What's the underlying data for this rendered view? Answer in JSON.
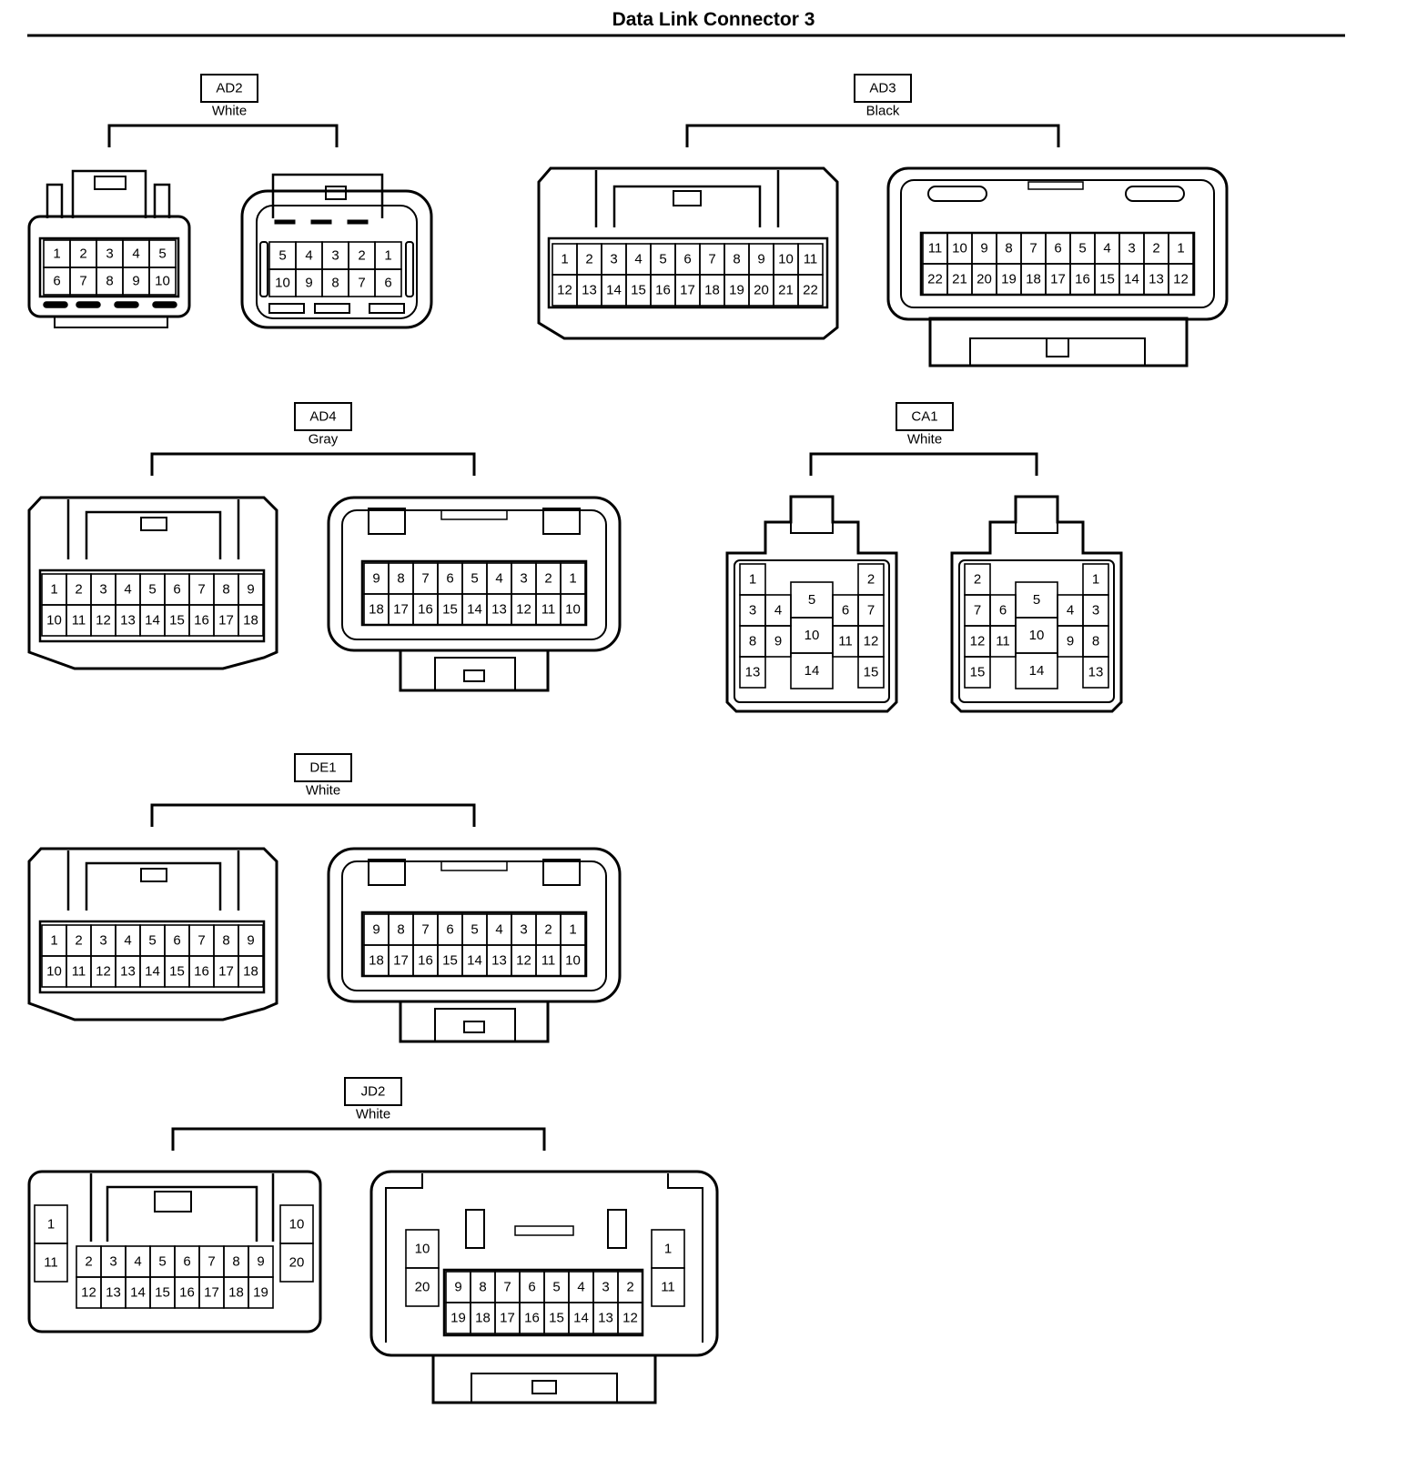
{
  "title": "Data Link Connector 3",
  "connectors": [
    {
      "code": "AD2",
      "color": "White",
      "views": [
        {
          "rows": [
            [
              "1",
              "2",
              "3",
              "4",
              "5"
            ],
            [
              "6",
              "7",
              "8",
              "9",
              "10"
            ]
          ]
        },
        {
          "rows": [
            [
              "5",
              "4",
              "3",
              "2",
              "1"
            ],
            [
              "10",
              "9",
              "8",
              "7",
              "6"
            ]
          ]
        }
      ]
    },
    {
      "code": "AD3",
      "color": "Black",
      "views": [
        {
          "rows": [
            [
              "1",
              "2",
              "3",
              "4",
              "5",
              "6",
              "7",
              "8",
              "9",
              "10",
              "11"
            ],
            [
              "12",
              "13",
              "14",
              "15",
              "16",
              "17",
              "18",
              "19",
              "20",
              "21",
              "22"
            ]
          ]
        },
        {
          "rows": [
            [
              "11",
              "10",
              "9",
              "8",
              "7",
              "6",
              "5",
              "4",
              "3",
              "2",
              "1"
            ],
            [
              "22",
              "21",
              "20",
              "19",
              "18",
              "17",
              "16",
              "15",
              "14",
              "13",
              "12"
            ]
          ]
        }
      ]
    },
    {
      "code": "AD4",
      "color": "Gray",
      "views": [
        {
          "rows": [
            [
              "1",
              "2",
              "3",
              "4",
              "5",
              "6",
              "7",
              "8",
              "9"
            ],
            [
              "10",
              "11",
              "12",
              "13",
              "14",
              "15",
              "16",
              "17",
              "18"
            ]
          ]
        },
        {
          "rows": [
            [
              "9",
              "8",
              "7",
              "6",
              "5",
              "4",
              "3",
              "2",
              "1"
            ],
            [
              "18",
              "17",
              "16",
              "15",
              "14",
              "13",
              "12",
              "11",
              "10"
            ]
          ]
        }
      ]
    },
    {
      "code": "CA1",
      "color": "White",
      "views": [
        {
          "left_cols": [
            [
              "1",
              "3",
              "8",
              "13"
            ],
            [
              "",
              "4",
              "9",
              ""
            ]
          ],
          "center": [
            "5",
            "10",
            "14"
          ],
          "right_cols": [
            [
              "",
              "6",
              "11",
              ""
            ],
            [
              "2",
              "7",
              "12",
              "15"
            ]
          ]
        },
        {
          "left_cols": [
            [
              "2",
              "7",
              "12",
              "15"
            ],
            [
              "",
              "6",
              "11",
              ""
            ]
          ],
          "center": [
            "5",
            "10",
            "14"
          ],
          "right_cols": [
            [
              "",
              "4",
              "9",
              ""
            ],
            [
              "1",
              "3",
              "8",
              "13"
            ]
          ]
        }
      ]
    },
    {
      "code": "DE1",
      "color": "White",
      "views": [
        {
          "rows": [
            [
              "1",
              "2",
              "3",
              "4",
              "5",
              "6",
              "7",
              "8",
              "9"
            ],
            [
              "10",
              "11",
              "12",
              "13",
              "14",
              "15",
              "16",
              "17",
              "18"
            ]
          ]
        },
        {
          "rows": [
            [
              "9",
              "8",
              "7",
              "6",
              "5",
              "4",
              "3",
              "2",
              "1"
            ],
            [
              "18",
              "17",
              "16",
              "15",
              "14",
              "13",
              "12",
              "11",
              "10"
            ]
          ]
        }
      ]
    },
    {
      "code": "JD2",
      "color": "White",
      "views": [
        {
          "left_col": [
            "1",
            "11"
          ],
          "rows": [
            [
              "2",
              "3",
              "4",
              "5",
              "6",
              "7",
              "8",
              "9"
            ],
            [
              "12",
              "13",
              "14",
              "15",
              "16",
              "17",
              "18",
              "19"
            ]
          ],
          "right_col": [
            "10",
            "20"
          ]
        },
        {
          "left_col": [
            "10",
            "20"
          ],
          "rows": [
            [
              "9",
              "8",
              "7",
              "6",
              "5",
              "4",
              "3",
              "2"
            ],
            [
              "19",
              "18",
              "17",
              "16",
              "15",
              "14",
              "13",
              "12"
            ]
          ],
          "right_col": [
            "1",
            "11"
          ]
        }
      ]
    }
  ]
}
